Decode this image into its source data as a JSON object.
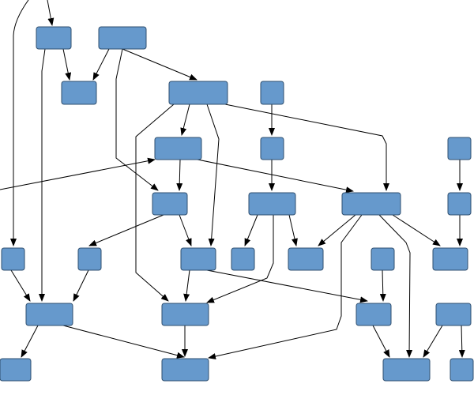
{
  "diagram": {
    "style": {
      "node_fill": "#6699cc",
      "node_stroke": "#2f4f6f",
      "edge_color": "#000000",
      "background": "#ffffff"
    },
    "nodes": [
      {
        "id": "n1",
        "label": ""
      },
      {
        "id": "n2",
        "label": ""
      },
      {
        "id": "n3",
        "label": ""
      },
      {
        "id": "n4",
        "label": ""
      },
      {
        "id": "n5",
        "label": ""
      },
      {
        "id": "n6",
        "label": ""
      },
      {
        "id": "n7",
        "label": ""
      },
      {
        "id": "n8",
        "label": ""
      },
      {
        "id": "n9",
        "label": ""
      },
      {
        "id": "n10",
        "label": ""
      },
      {
        "id": "n11",
        "label": ""
      },
      {
        "id": "n12",
        "label": ""
      },
      {
        "id": "n13",
        "label": ""
      },
      {
        "id": "n14",
        "label": ""
      },
      {
        "id": "n15",
        "label": ""
      },
      {
        "id": "n16",
        "label": ""
      },
      {
        "id": "n17",
        "label": ""
      },
      {
        "id": "n18",
        "label": ""
      },
      {
        "id": "n19",
        "label": ""
      },
      {
        "id": "n20",
        "label": ""
      },
      {
        "id": "n21",
        "label": ""
      },
      {
        "id": "n22",
        "label": ""
      },
      {
        "id": "n23",
        "label": ""
      },
      {
        "id": "n24",
        "label": ""
      },
      {
        "id": "n25",
        "label": ""
      },
      {
        "id": "n26",
        "label": ""
      },
      {
        "id": "n27",
        "label": ""
      },
      {
        "id": "n28",
        "label": ""
      },
      {
        "id": "n29",
        "label": ""
      }
    ],
    "edges": [
      {
        "from": "ext-top",
        "to": "n1"
      },
      {
        "from": "ext-top-left",
        "to": "n14"
      },
      {
        "from": "n1",
        "to": "n3"
      },
      {
        "from": "n1",
        "to": "n21"
      },
      {
        "from": "n2",
        "to": "n3"
      },
      {
        "from": "n2",
        "to": "n4"
      },
      {
        "from": "n2",
        "to": "n9"
      },
      {
        "from": "n4",
        "to": "n6"
      },
      {
        "from": "n4",
        "to": "n16"
      },
      {
        "from": "n4",
        "to": "n11"
      },
      {
        "from": "n4",
        "to": "n22"
      },
      {
        "from": "n5",
        "to": "n7"
      },
      {
        "from": "n7",
        "to": "n10"
      },
      {
        "from": "n6",
        "to": "n9"
      },
      {
        "from": "n6",
        "to": "n11"
      },
      {
        "from": "ext-left",
        "to": "n6"
      },
      {
        "from": "n8",
        "to": "n12"
      },
      {
        "from": "n9",
        "to": "n15"
      },
      {
        "from": "n9",
        "to": "n16"
      },
      {
        "from": "n10",
        "to": "n17"
      },
      {
        "from": "n10",
        "to": "n18"
      },
      {
        "from": "n10",
        "to": "n22"
      },
      {
        "from": "n11",
        "to": "n18"
      },
      {
        "from": "n11",
        "to": "n19"
      },
      {
        "from": "n11",
        "to": "n20"
      },
      {
        "from": "n11",
        "to": "n25"
      },
      {
        "from": "n11",
        "to": "n28"
      },
      {
        "from": "n12",
        "to": "n20"
      },
      {
        "from": "n13",
        "to": "n21"
      },
      {
        "from": "n14",
        "to": "n21"
      },
      {
        "from": "n15",
        "to": "n21"
      },
      {
        "from": "n16",
        "to": "n22"
      },
      {
        "from": "n16",
        "to": "n23"
      },
      {
        "from": "n21",
        "to": "n26"
      },
      {
        "from": "n21",
        "to": "n27"
      },
      {
        "from": "n22",
        "to": "n27"
      },
      {
        "from": "n24",
        "to": "n23"
      },
      {
        "from": "n23",
        "to": "n28"
      },
      {
        "from": "n25",
        "to": "n28"
      },
      {
        "from": "n25",
        "to": "n29"
      }
    ]
  }
}
